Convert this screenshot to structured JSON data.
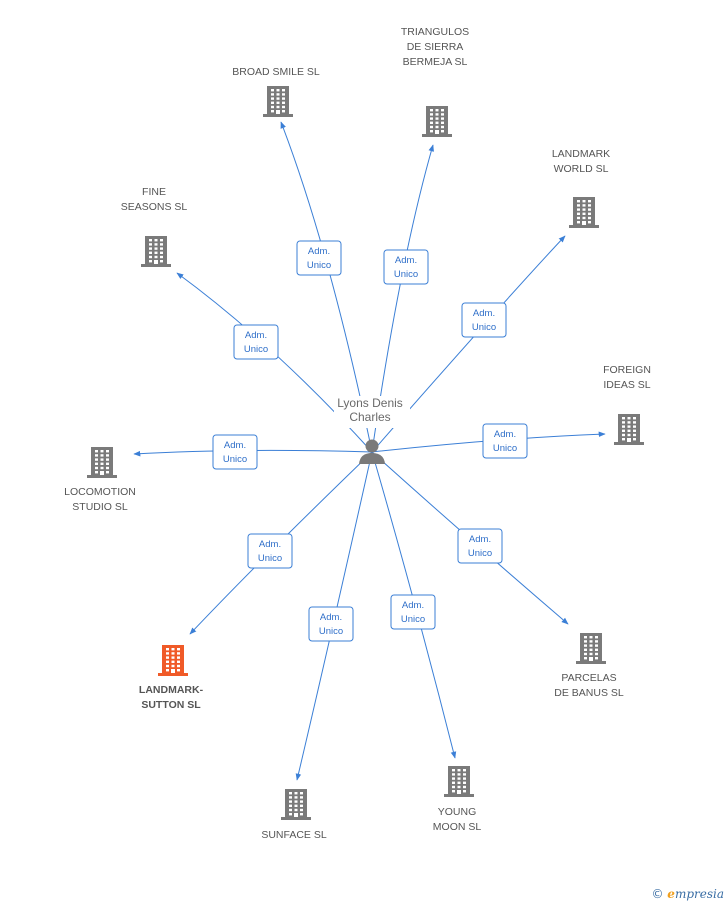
{
  "center": {
    "name_lines": [
      "Lyons Denis",
      "Charles"
    ],
    "icon": "person-icon"
  },
  "role_label_lines": [
    "Adm.",
    "Unico"
  ],
  "colors": {
    "edge": "#3b7fd6",
    "building": "#7a7a7a",
    "highlight": "#f05a28",
    "person": "#7a7a7a"
  },
  "companies": [
    {
      "id": "broad-smile",
      "lines": [
        "BROAD SMILE SL"
      ],
      "highlight": false
    },
    {
      "id": "triangulos",
      "lines": [
        "TRIANGULOS",
        "DE SIERRA",
        "BERMEJA SL"
      ],
      "highlight": false
    },
    {
      "id": "landmark-world",
      "lines": [
        "LANDMARK",
        "WORLD SL"
      ],
      "highlight": false
    },
    {
      "id": "fine-seasons",
      "lines": [
        "FINE",
        "SEASONS SL"
      ],
      "highlight": false
    },
    {
      "id": "foreign-ideas",
      "lines": [
        "FOREIGN",
        "IDEAS SL"
      ],
      "highlight": false
    },
    {
      "id": "locomotion",
      "lines": [
        "LOCOMOTION",
        "STUDIO SL"
      ],
      "highlight": false
    },
    {
      "id": "landmark-sutton",
      "lines": [
        "LANDMARK-",
        "SUTTON SL"
      ],
      "highlight": true
    },
    {
      "id": "parcelas",
      "lines": [
        "PARCELAS",
        "DE BANUS SL"
      ],
      "highlight": false
    },
    {
      "id": "sunface",
      "lines": [
        "SUNFACE SL"
      ],
      "highlight": false
    },
    {
      "id": "young-moon",
      "lines": [
        "YOUNG",
        "MOON SL"
      ],
      "highlight": false
    }
  ],
  "footer": {
    "copyright": "©",
    "brand_first": "e",
    "brand_rest": "mpresia"
  }
}
